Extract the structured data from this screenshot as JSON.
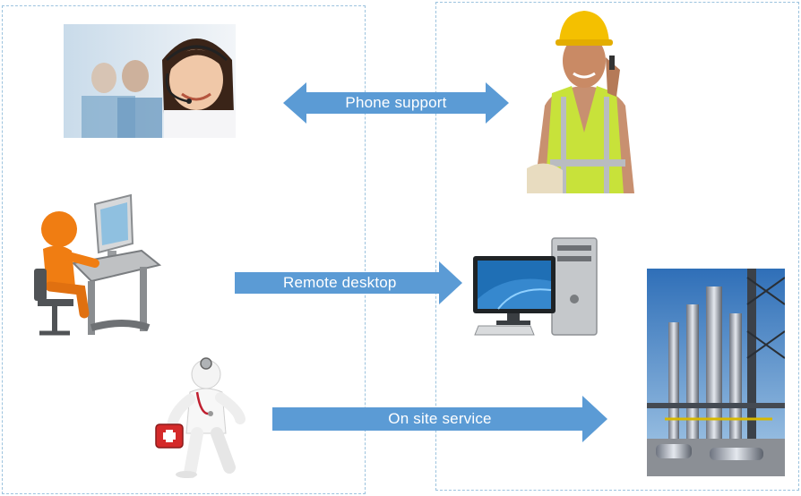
{
  "arrows": {
    "phone_support": "Phone support",
    "remote_desktop": "Remote desktop",
    "on_site_service": "On site service"
  },
  "colors": {
    "arrow_fill": "#5b9bd5",
    "panel_border": "#9cc3de",
    "label_text": "#ffffff"
  },
  "images": {
    "call_center_agent": "headset-agent-photo",
    "field_worker": "worker-on-phone-photo",
    "person_at_computer": "orange-figure-at-desk",
    "desktop_computer": "desktop-pc",
    "industrial_plant": "refinery-photo",
    "medic": "doctor-with-kit-figure"
  }
}
